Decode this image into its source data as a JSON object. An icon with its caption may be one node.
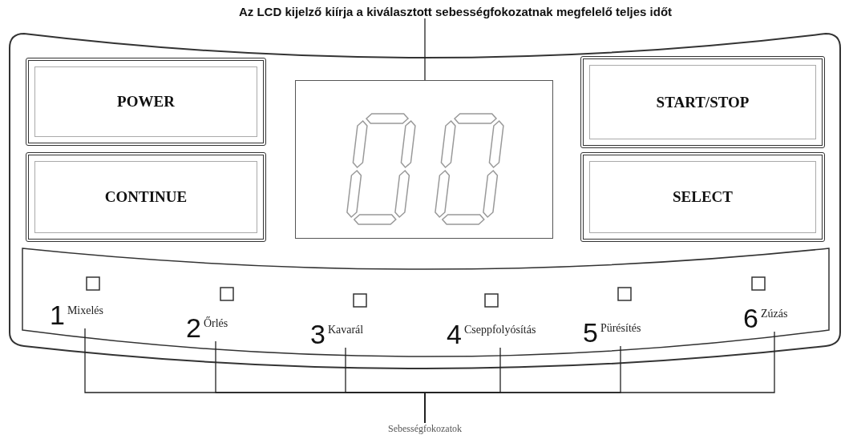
{
  "diagram": {
    "nodes": [
      {
        "text": [
          "Az LCD kijelző kiírja a kiválasztott sebességfokozatnak megfelelő teljes időt"
        ]
      },
      {
        "text": [
          "POWER"
        ]
      },
      {
        "text": [],
        "shape": "box"
      },
      {
        "text": [
          "START/STOP"
        ]
      },
      {
        "text": [
          "CONTINUE"
        ]
      },
      {
        "text": [
          "SELECT"
        ]
      },
      {
        "text": [
          "1",
          "Mixelés"
        ]
      },
      {
        "text": [
          "2",
          "Őrlés"
        ]
      },
      {
        "text": [
          "3",
          "Kavarál"
        ]
      },
      {
        "text": [
          "4",
          "Cseppfolyósítás"
        ]
      },
      {
        "text": [
          "5",
          "Pürésítés"
        ]
      },
      {
        "text": [
          "6",
          "Zúzás"
        ]
      },
      {
        "text": [
          "Sebességfokozatok"
        ]
      }
    ],
    "edges": [
      {
        "from": 0,
        "to": 2,
        "arrow": "none"
      },
      {
        "from": 12,
        "to": 6,
        "arrow": "none"
      },
      {
        "from": 12,
        "to": 7,
        "arrow": "none"
      },
      {
        "from": 12,
        "to": 8,
        "arrow": "none"
      },
      {
        "from": 12,
        "to": 9,
        "arrow": "none"
      },
      {
        "from": 12,
        "to": 10,
        "arrow": "none"
      },
      {
        "from": 12,
        "to": 11,
        "arrow": "none"
      }
    ]
  }
}
